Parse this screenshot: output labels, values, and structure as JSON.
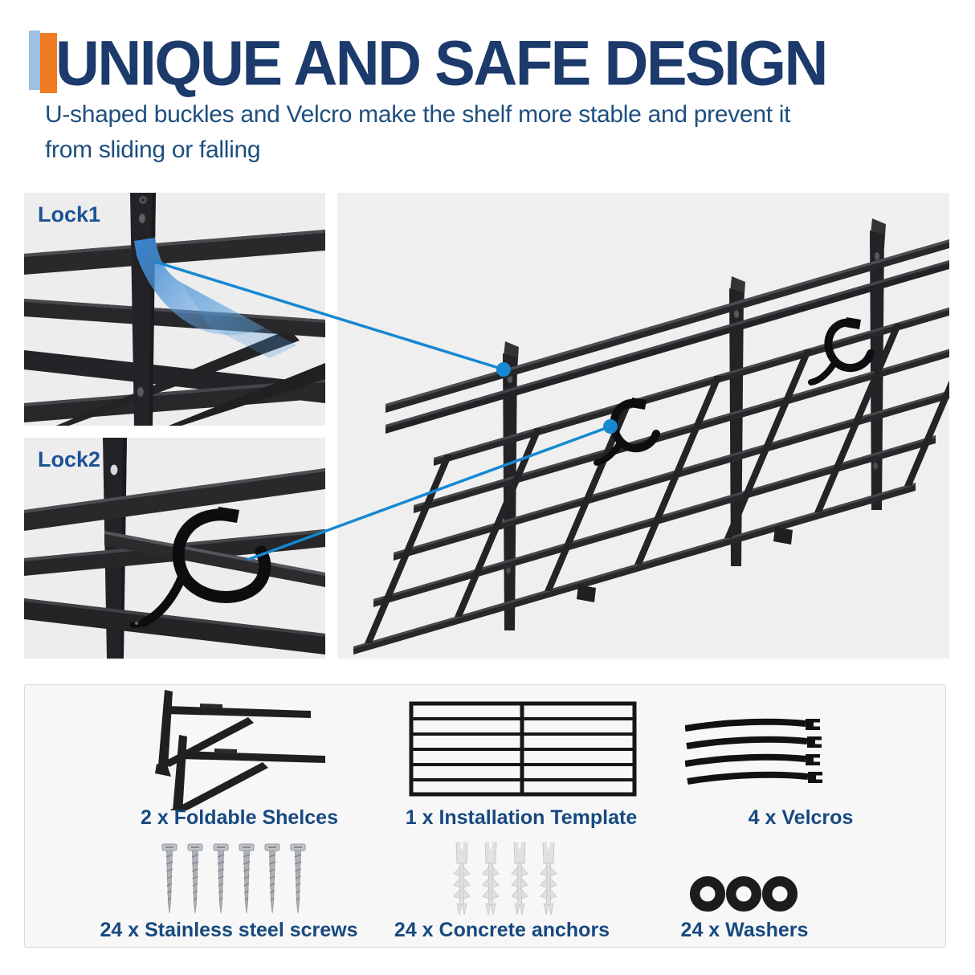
{
  "header": {
    "title": "UNIQUE AND SAFE DESIGN",
    "subtitle_line1": "U-shaped buckles and Velcro make the shelf more stable and prevent it",
    "subtitle_line2": "from sliding or falling"
  },
  "detail_panels": [
    {
      "label": "Lock1"
    },
    {
      "label": "Lock2"
    }
  ],
  "colors": {
    "title_navy": "#1c3a6b",
    "subtitle_blue": "#1e4e7e",
    "accent_light_blue": "#9fc0e2",
    "accent_orange": "#ef7b22",
    "callout_blue": "#1688d2",
    "lock_label_blue": "#1d5296",
    "part_label_blue": "#17497f",
    "panel_gray": "#ededee",
    "parts_box_bg": "#f7f7f8",
    "rack_black": "#27272a"
  },
  "parts_box": {
    "items": [
      {
        "label": "2 x Foldable Shelces",
        "icon": "foldable-shelves-icon"
      },
      {
        "label": "1 x Installation Template",
        "icon": "installation-template-icon"
      },
      {
        "label": "4 x Velcros",
        "icon": "velcro-straps-icon"
      },
      {
        "label": "24 x Stainless steel screws",
        "icon": "screws-icon"
      },
      {
        "label": "24 x Concrete anchors",
        "icon": "concrete-anchors-icon"
      },
      {
        "label": "24 x Washers",
        "icon": "washers-icon"
      }
    ]
  }
}
